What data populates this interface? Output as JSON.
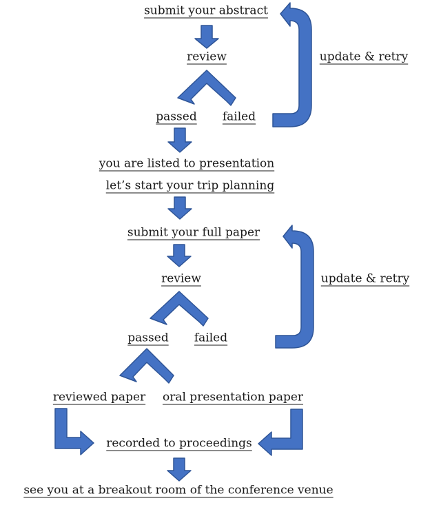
{
  "colors": {
    "arrow_fill": "#4472c4",
    "arrow_stroke": "#2f5597",
    "text": "#1a1a1a"
  },
  "phase1": {
    "submit": "submit your abstract",
    "review": "review",
    "passed": "passed",
    "failed": "failed",
    "retry": "update & retry"
  },
  "listed": "you are listed to presentation",
  "trip": "let’s start your trip planning",
  "phase2": {
    "submit": "submit your full paper",
    "review": "review",
    "passed": "passed",
    "failed": "failed",
    "retry": "update & retry"
  },
  "outcomes": {
    "reviewed": "reviewed paper",
    "oral": "oral presentation paper"
  },
  "proceedings": "recorded to proceedings",
  "final": "see you at a breakout room of the conference venue"
}
